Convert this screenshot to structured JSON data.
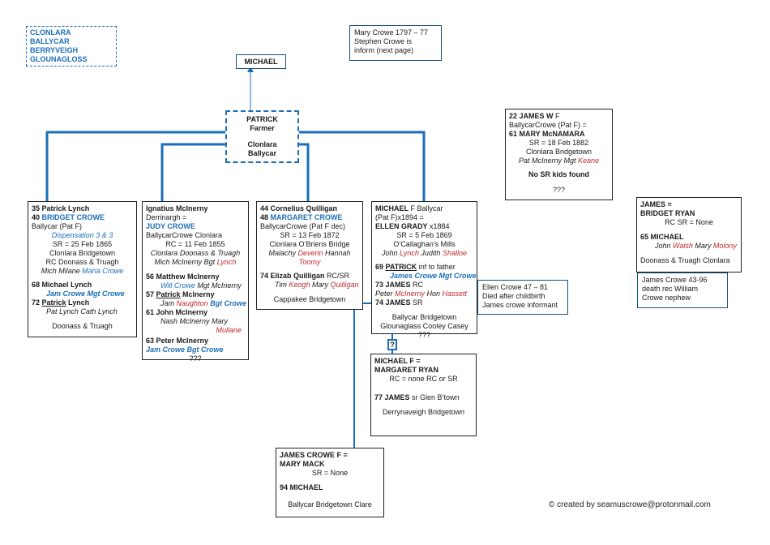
{
  "places_box": {
    "lines": [
      "CLONLARA",
      "BALLYCAR",
      "BERRYVEIGH",
      "GLOUNAGLOSS"
    ]
  },
  "note_top": {
    "lines": [
      "Mary Crowe 1797 – 77",
      "Stephen Crowe is",
      "inform (next page)"
    ]
  },
  "michael_top": {
    "label": "MICHAEL"
  },
  "patrick": {
    "name": "PATRICK",
    "role": "Farmer",
    "place1": "Clonlara",
    "place2": "Ballycar"
  },
  "box1": {
    "l1": "35 Patrick Lynch",
    "l2a": "40 ",
    "l2b": "BRIDGET CROWE",
    "l3": "Ballycar (Pat F)",
    "l4": "Dispensation 3 & 3",
    "l5": "SR = 25 Feb 1865",
    "l6": "Clonlara Bridgetown",
    "l7": "RC Doonass & Truagh",
    "l8a": "Mich Milane ",
    "l8b": "Maria Crowe",
    "l9": "68  Michael Lynch",
    "l10": "Jam Crowe Mgt Crowe",
    "l11a": "72  ",
    "l11b": "Patrick",
    "l11c": " Lynch",
    "l12": "Pat Lynch Cath Lynch",
    "l13": "Doonass & Truagh"
  },
  "box2": {
    "l1": "Ignatius McInerny",
    "l2": "Derrinargh =",
    "l3": "JUDY CROWE",
    "l4": "BallycarCrowe Clonlara",
    "l5": "RC = 11 Feb 1855",
    "l6": "Clonlara Doonass & Truagh",
    "l7a": "Mich McInerny Bgt ",
    "l7b": "Lynch",
    "l8": "56  Matthew McInerny",
    "l9a": "Will Crowe",
    "l9b": " Mgt McInerny",
    "l10a": "57  ",
    "l10b": "Patrick",
    "l10c": " McInerny",
    "l11a": "Jam ",
    "l11b": "Naughton",
    "l11c": " Bgt Crowe",
    "l12": "61  John McInerny",
    "l13": "Nash McInerny Mary",
    "l14": "Mullane",
    "l15": "63  Peter McInerny",
    "l16": "Jam Crowe Bgt Crowe",
    "l17": "???"
  },
  "box3": {
    "l1": "44 Cornelius Quilligan",
    "l2a": "48 ",
    "l2b": "MARGARET CROWE",
    "l3": "BallycarCrowe (Pat F dec)",
    "l4": "SR = 13 Feb 1872",
    "l5": "Clonlara O’Briens Bridge",
    "l6a": "Malachy ",
    "l6b": "Deverin",
    "l6c": " Hannah",
    "l7": "Toomy",
    "l8a": "74  Elizab Quilligan",
    "l8b": " RC/SR",
    "l9a": "Tim ",
    "l9b": "Keogh",
    "l9c": " Mary ",
    "l9d": "Quilligan",
    "l10": "Cappakee Bridgetown"
  },
  "box4": {
    "l1a": "MICHAEL",
    "l1b": " F Ballycar",
    "l2": "(Pat F)x1894 =",
    "l3a": "ELLEN GRADY",
    "l3b": " x1884",
    "l4": "SR = 5 Feb 1869",
    "l5": "O’Callaghan’s Mills",
    "l6a": "John ",
    "l6b": "Lynch",
    "l6c": " Judith ",
    "l6d": "Shalloe",
    "l7a": "69 ",
    "l7b": "PATRICK",
    "l7c": " inf to father",
    "l8": "James Crowe Mgt Crowe",
    "l9a": "73 JAMES",
    "l9b": " RC",
    "l10a": "Peter ",
    "l10b": "McInerny",
    "l10c": " Hon ",
    "l10d": "Hassett",
    "l11a": "74  JAMES",
    "l11b": " SR",
    "l12": "Ballycar Bridgetown",
    "l13": "Glounaglass Cooley Casey",
    "l14": "???"
  },
  "ellen_note": {
    "lines": [
      "Ellen Crowe 47 – 81",
      "Died after childbirth",
      "James crowe informant"
    ]
  },
  "jamesw": {
    "l1a": "22 JAMES W",
    "l1b": " F",
    "l2": "BallycarCrowe   (Pat F) =",
    "l3": "61 MARY McNAMARA",
    "l4": "SR = 18 Feb 1882",
    "l5": "Clonlara Bridgetown",
    "l6a": "Pat McInerny",
    "l6b": " Mgt ",
    "l6c": "Keane",
    "l7": "No SR kids found",
    "l8": "???"
  },
  "jamesbr": {
    "l1": "JAMES  =",
    "l2": "BRIDGET RYAN",
    "l3": "RC SR = None",
    "l4": "65 MICHAEL",
    "l5a": "John ",
    "l5b": "Walsh",
    "l5c": " Mary ",
    "l5d": "Molony",
    "l6": "Doonass & Truagh  Clonlara"
  },
  "james_note": {
    "lines": [
      "James Crowe 43-96",
      "death rec William",
      "Crowe nephew"
    ]
  },
  "mm": {
    "l1": "MICHAEL  F =",
    "l2": "MARGARET RYAN",
    "l3": "RC = none RC or SR",
    "l4a": "77  JAMES",
    "l4b": " sr Glen B’town",
    "l5": "Derrynaveigh Bridgetown"
  },
  "jcmm": {
    "l1": "JAMES CROWE F =",
    "l2": "MARY MACK",
    "l3": "SR = None",
    "l4": "94  MICHAEL",
    "l5": "Ballycar Bridgetown Clare"
  },
  "question_mark": "?",
  "footer": "© created by seamuscrowe@protonmail.com",
  "colors": {
    "line_blue": "#1b6fb8",
    "name_blue": "#1b6fb8",
    "red": "#c0282d"
  }
}
